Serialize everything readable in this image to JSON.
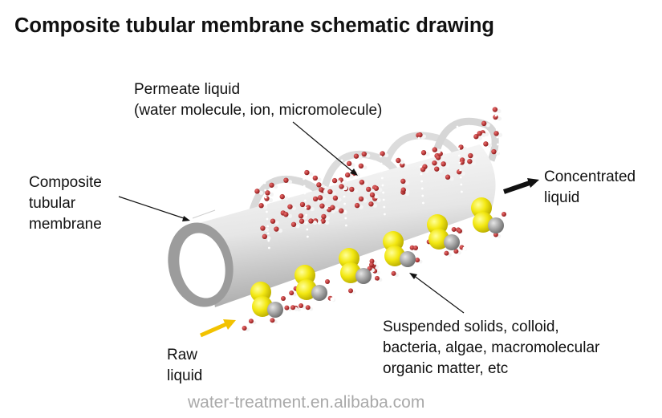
{
  "title": "Composite tubular membrane schematic drawing",
  "labels": {
    "permeate": [
      "Permeate liquid",
      "(water molecule, ion, micromolecule)"
    ],
    "membrane": [
      "Composite",
      "tubular",
      "membrane"
    ],
    "concentrated": [
      "Concentrated",
      "liquid"
    ],
    "raw": [
      "Raw",
      "liquid"
    ],
    "suspended": [
      "Suspended solids, colloid,",
      "bacteria, algae, macromolecular",
      "organic matter, etc"
    ]
  },
  "watermark": "water-treatment.en.alibaba.com",
  "colors": {
    "raw_arrow": "#f2c200",
    "solids": "#f5ea10",
    "molecule": "#b52a2a",
    "tube": "#d8d8d8"
  }
}
